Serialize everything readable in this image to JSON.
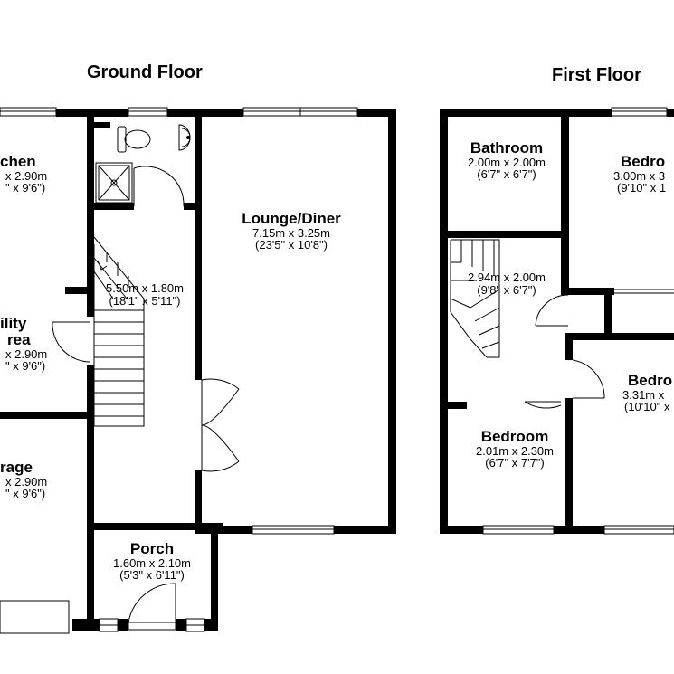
{
  "floors": {
    "ground": {
      "title": "Ground Floor"
    },
    "first": {
      "title": "First Floor"
    }
  },
  "rooms": {
    "kitchen": {
      "name": "chen",
      "metric": "x 2.90m",
      "imperial": "\" x 9'6\")"
    },
    "utility": {
      "name": "ility",
      "name2": "rea",
      "metric": "x 2.90m",
      "imperial": "\" x 9'6\")"
    },
    "garage": {
      "name": "rage",
      "metric": "x 2.90m",
      "imperial": "\" x 9'6\")"
    },
    "hall": {
      "metric": "5.50m x 1.80m",
      "imperial": "(18'1\" x 5'11\")"
    },
    "lounge": {
      "name": "Lounge/Diner",
      "metric": "7.15m x 3.25m",
      "imperial": "(23'5\" x 10'8\")"
    },
    "porch": {
      "name": "Porch",
      "metric": "1.60m x 2.10m",
      "imperial": "(5'3\" x 6'11\")"
    },
    "bathroom": {
      "name": "Bathroom",
      "metric": "2.00m x 2.00m",
      "imperial": "(6'7\" x 6'7\")"
    },
    "bedroom1": {
      "name": "Bedro",
      "metric": "3.00m x 3",
      "imperial": "(9'10\" x 1"
    },
    "landing": {
      "metric": "2.94m x 2.00m",
      "imperial": "(9'8\" x 6'7\")"
    },
    "bedroom2": {
      "name": "Bedro",
      "metric": "3.31m x",
      "imperial": "(10'10\" x"
    },
    "bedroom3": {
      "name": "Bedroom",
      "metric": "2.01m x 2.30m",
      "imperial": "(6'7\" x 7'7\")"
    }
  }
}
